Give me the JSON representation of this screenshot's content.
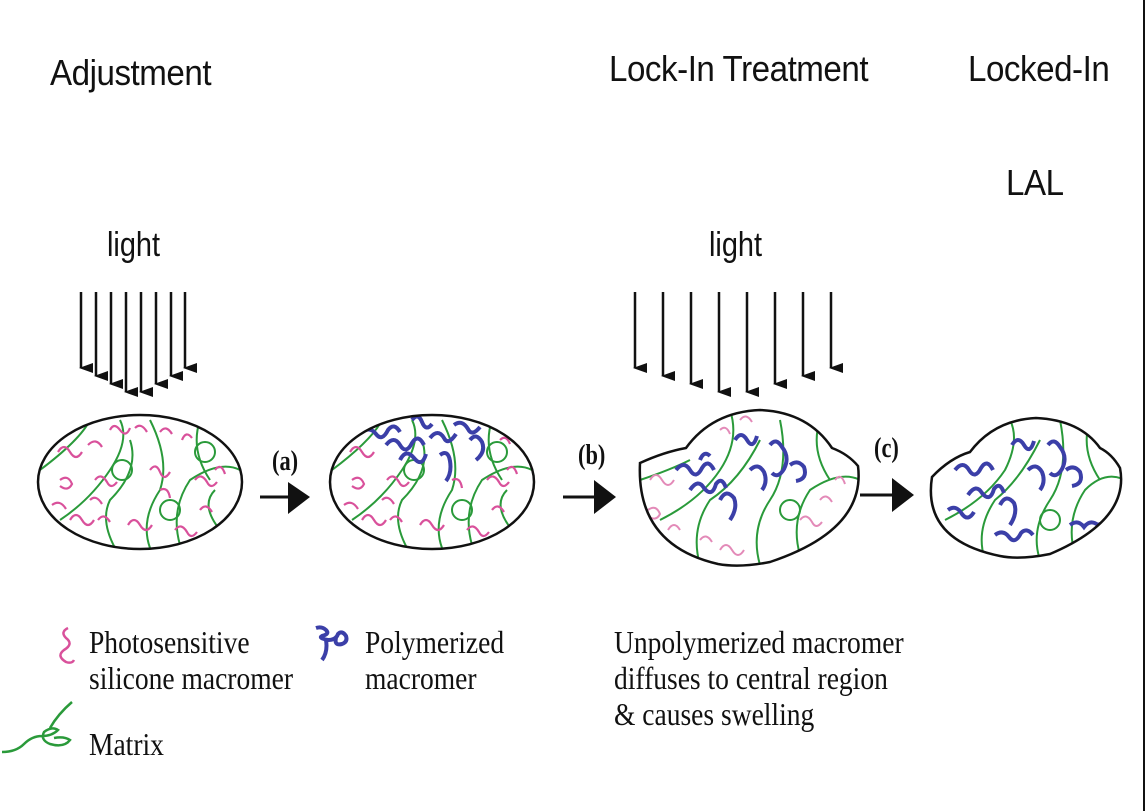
{
  "headings": {
    "adjustment": "Adjustment",
    "lock_in_treatment": "Lock-In Treatment",
    "locked_in": "Locked-In",
    "lal": "LAL"
  },
  "light_labels": [
    "light",
    "light"
  ],
  "steps": [
    "(a)",
    "(b)",
    "(c)"
  ],
  "legend": {
    "photosensitive": [
      "Photosensitive",
      "silicone macromer"
    ],
    "polymerized": [
      "Polymerized",
      "macromer"
    ],
    "matrix": "Matrix",
    "note": [
      "Unpolymerized macromer",
      "diffuses to central region",
      "& causes swelling"
    ]
  },
  "colors": {
    "photosensitive_macromer": "#d9519b",
    "polymerized_macromer": "#3b3fa8",
    "matrix": "#2a9a3a",
    "outline": "#111111"
  },
  "stages": [
    {
      "name": "initial",
      "shape": "ellipse",
      "contains": [
        "photosensitive",
        "matrix"
      ]
    },
    {
      "name": "after-adjustment",
      "shape": "ellipse",
      "contains": [
        "photosensitive",
        "matrix",
        "polymerized-top"
      ]
    },
    {
      "name": "swollen",
      "shape": "domed",
      "contains": [
        "photosensitive",
        "matrix",
        "polymerized-center"
      ]
    },
    {
      "name": "locked-in",
      "shape": "domed",
      "contains": [
        "matrix",
        "polymerized-all"
      ]
    }
  ]
}
